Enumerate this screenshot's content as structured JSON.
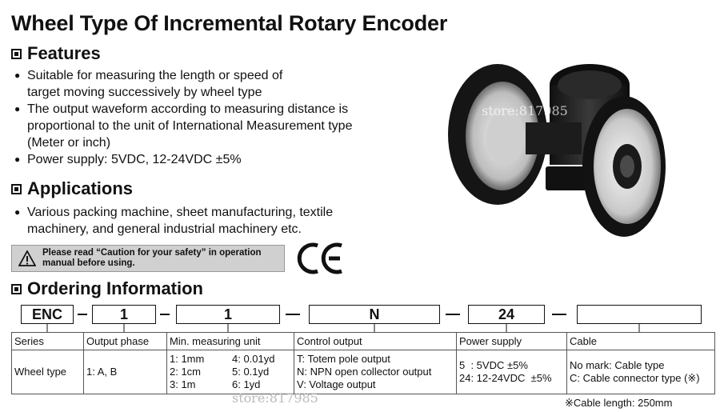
{
  "title": "Wheel Type Of Incremental Rotary Encoder",
  "features": {
    "heading": "Features",
    "items": [
      [
        "Suitable for measuring the length or speed of",
        "target moving successively by wheel type"
      ],
      [
        "The output waveform according to measuring distance is",
        "proportional to the unit of International Measurement type",
        "(Meter or inch)"
      ],
      [
        "Power supply: 5VDC, 12-24VDC ±5%"
      ]
    ]
  },
  "applications": {
    "heading": "Applications",
    "items": [
      [
        "Various packing machine, sheet manufacturing, textile",
        "machinery, and general industrial machinery etc."
      ]
    ]
  },
  "caution": {
    "line1": "Please read “Caution for your safety” in operation",
    "line2": "manual before using."
  },
  "ce_mark": "CE",
  "ordering": {
    "heading": "Ordering Information",
    "code": [
      "ENC",
      "1",
      "1",
      "N",
      "24",
      ""
    ],
    "headers": [
      "Series",
      "Output phase",
      "Min. measuring unit",
      "Control output",
      "Power supply",
      "Cable"
    ],
    "series": "Wheel type",
    "output_phase": "1: A, B",
    "min_unit": [
      "1: 1mm",
      "4: 0.01yd",
      "2: 1cm",
      "5: 0.1yd",
      "3: 1m",
      "6: 1yd"
    ],
    "control_output": [
      "T: Totem pole output",
      "N: NPN open collector output",
      "V: Voltage output"
    ],
    "power_supply": [
      "5  : 5VDC ±5%",
      "24: 12-24VDC  ±5%"
    ],
    "cable": [
      "No mark: Cable type",
      "C: Cable connector type (※)"
    ],
    "cable_note": "※Cable length: 250mm"
  },
  "watermark": {
    "text1": "store:817985",
    "text2": "store:817985"
  },
  "colors": {
    "text": "#111111",
    "caution_bg": "#d0d0d0",
    "wheel": "#1a1a1a"
  }
}
